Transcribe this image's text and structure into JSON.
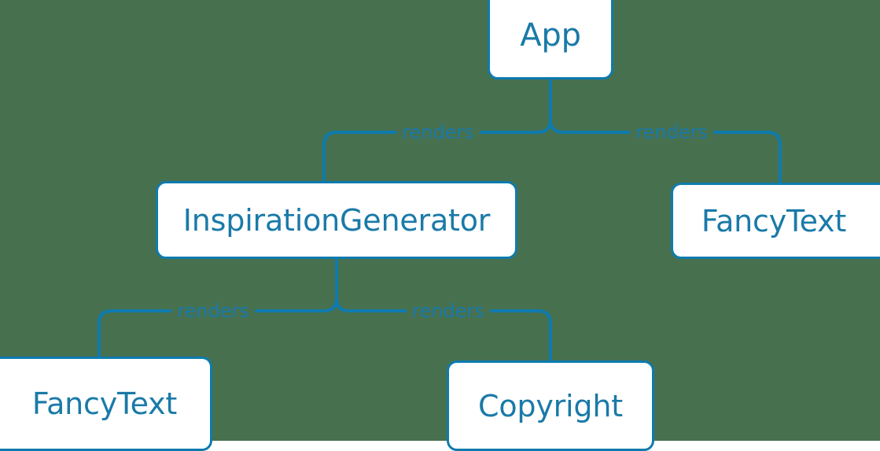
{
  "diagram": {
    "type": "component-tree",
    "background_color": "#47704f",
    "node_fill_color": "#ffffff",
    "node_border_color": "#0e7bae",
    "text_color": "#1a7aa8",
    "edge_color": "#0e7bae",
    "nodes": [
      {
        "id": "app",
        "label": "App"
      },
      {
        "id": "inspiration",
        "label": "InspirationGenerator"
      },
      {
        "id": "fancy_right",
        "label": "FancyText"
      },
      {
        "id": "fancy_left",
        "label": "FancyText"
      },
      {
        "id": "copyright",
        "label": "Copyright"
      }
    ],
    "edges": [
      {
        "id": "app_inspiration",
        "from": "app",
        "to": "inspiration",
        "label": "renders"
      },
      {
        "id": "app_fancy",
        "from": "app",
        "to": "fancy_right",
        "label": "renders"
      },
      {
        "id": "ig_fancy",
        "from": "inspiration",
        "to": "fancy_left",
        "label": "renders"
      },
      {
        "id": "ig_copyright",
        "from": "inspiration",
        "to": "copyright",
        "label": "renders"
      }
    ]
  }
}
